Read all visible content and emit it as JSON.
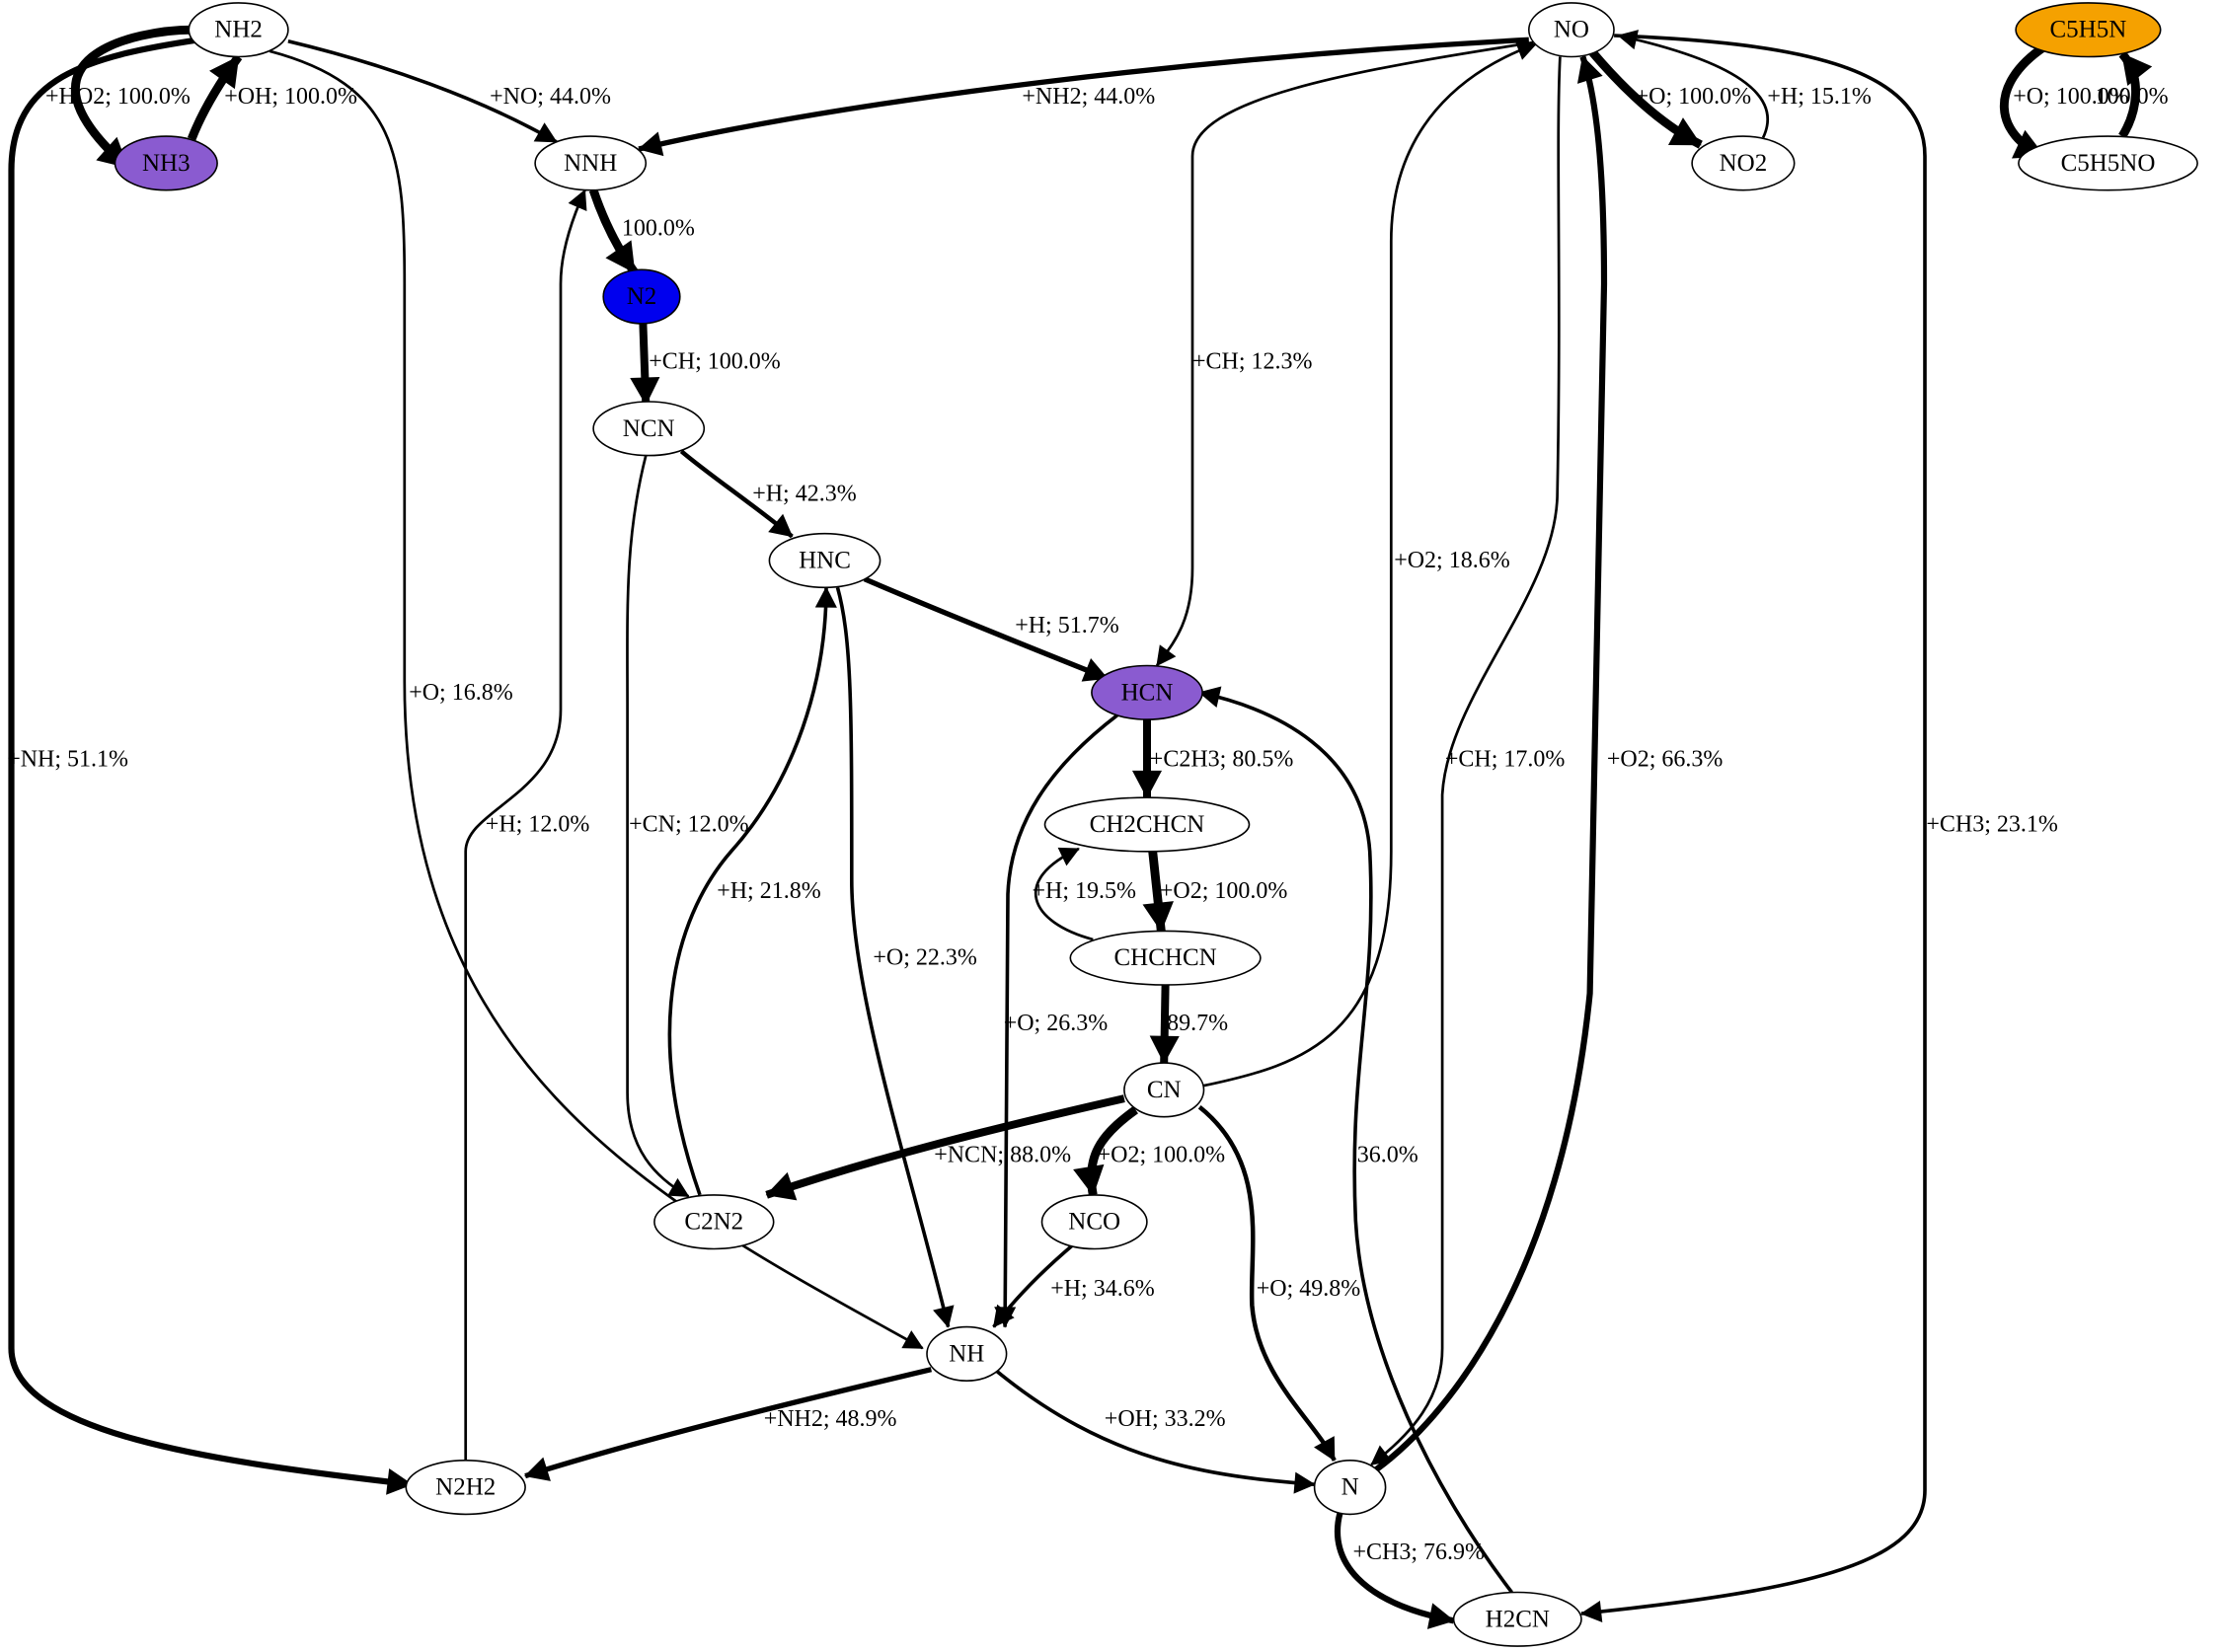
{
  "diagram": {
    "nodes": [
      {
        "id": "NH2",
        "label": "NH2",
        "fill": "#ffffff"
      },
      {
        "id": "NH3",
        "label": "NH3",
        "fill": "#8a5bd0"
      },
      {
        "id": "NNH",
        "label": "NNH",
        "fill": "#ffffff"
      },
      {
        "id": "N2",
        "label": "N2",
        "fill": "#0000ee"
      },
      {
        "id": "NCN",
        "label": "NCN",
        "fill": "#ffffff"
      },
      {
        "id": "HNC",
        "label": "HNC",
        "fill": "#ffffff"
      },
      {
        "id": "HCN",
        "label": "HCN",
        "fill": "#8a5bd0"
      },
      {
        "id": "CH2CHCN",
        "label": "CH2CHCN",
        "fill": "#ffffff"
      },
      {
        "id": "CHCHCN",
        "label": "CHCHCN",
        "fill": "#ffffff"
      },
      {
        "id": "CN",
        "label": "CN",
        "fill": "#ffffff"
      },
      {
        "id": "NCO",
        "label": "NCO",
        "fill": "#ffffff"
      },
      {
        "id": "C2N2",
        "label": "C2N2",
        "fill": "#ffffff"
      },
      {
        "id": "NH",
        "label": "NH",
        "fill": "#ffffff"
      },
      {
        "id": "N2H2",
        "label": "N2H2",
        "fill": "#ffffff"
      },
      {
        "id": "N",
        "label": "N",
        "fill": "#ffffff"
      },
      {
        "id": "H2CN",
        "label": "H2CN",
        "fill": "#ffffff"
      },
      {
        "id": "NO",
        "label": "NO",
        "fill": "#ffffff"
      },
      {
        "id": "NO2",
        "label": "NO2",
        "fill": "#ffffff"
      },
      {
        "id": "C5H5N",
        "label": "C5H5N",
        "fill": "#f5a100"
      },
      {
        "id": "C5H5NO",
        "label": "C5H5NO",
        "fill": "#ffffff"
      }
    ],
    "edges": [
      {
        "id": "nh2-nh3",
        "from": "NH2",
        "to": "NH3",
        "label": "+HO2; 100.0%"
      },
      {
        "id": "nh3-nh2",
        "from": "NH3",
        "to": "NH2",
        "label": "+OH; 100.0%"
      },
      {
        "id": "nh2-nnh",
        "from": "NH2",
        "to": "NNH",
        "label": "+NO; 44.0%"
      },
      {
        "id": "nh2-n2h2",
        "from": "NH2",
        "to": "N2H2",
        "label": "+NH; 51.1%"
      },
      {
        "id": "nh2-nh",
        "from": "NH2",
        "to": "NH",
        "label": "+O; 16.8%"
      },
      {
        "id": "no-nnh",
        "from": "NO",
        "to": "NNH",
        "label": "+NH2; 44.0%"
      },
      {
        "id": "nnh-n2",
        "from": "NNH",
        "to": "N2",
        "label": "100.0%"
      },
      {
        "id": "n2-ncn",
        "from": "N2",
        "to": "NCN",
        "label": "+CH; 100.0%"
      },
      {
        "id": "ncn-hnc",
        "from": "NCN",
        "to": "HNC",
        "label": "+H; 42.3%"
      },
      {
        "id": "ncn-c2n2",
        "from": "NCN",
        "to": "C2N2",
        "label": "+CN; 12.0%"
      },
      {
        "id": "n2h2-nnh",
        "from": "N2H2",
        "to": "NNH",
        "label": "+H; 12.0%"
      },
      {
        "id": "hnc-hcn",
        "from": "HNC",
        "to": "HCN",
        "label": "+H; 51.7%"
      },
      {
        "id": "c2n2-hnc",
        "from": "C2N2",
        "to": "HNC",
        "label": "+H; 21.8%"
      },
      {
        "id": "hnc-nh",
        "from": "HNC",
        "to": "NH",
        "label": "+O; 22.3%"
      },
      {
        "id": "no-hcn",
        "from": "NO",
        "to": "HCN",
        "label": "+CH; 12.3%"
      },
      {
        "id": "hcn-ch2chcn",
        "from": "HCN",
        "to": "CH2CHCN",
        "label": "+C2H3; 80.5%"
      },
      {
        "id": "hcn-nh",
        "from": "HCN",
        "to": "NH",
        "label": "+O; 26.3%"
      },
      {
        "id": "chchcn-ch2chcn",
        "from": "CHCHCN",
        "to": "CH2CHCN",
        "label": "+H; 19.5%"
      },
      {
        "id": "ch2chcn-chchcn",
        "from": "CH2CHCN",
        "to": "CHCHCN",
        "label": "+O2; 100.0%"
      },
      {
        "id": "chchcn-cn",
        "from": "CHCHCN",
        "to": "CN",
        "label": "89.7%"
      },
      {
        "id": "cn-no",
        "from": "CN",
        "to": "NO",
        "label": "+O2; 18.6%"
      },
      {
        "id": "cn-c2n2",
        "from": "CN",
        "to": "C2N2",
        "label": "+NCN; 88.0%"
      },
      {
        "id": "cn-nco",
        "from": "CN",
        "to": "NCO",
        "label": "+O2; 100.0%"
      },
      {
        "id": "cn-n",
        "from": "CN",
        "to": "N",
        "label": "+O; 49.8%"
      },
      {
        "id": "nco-nh",
        "from": "NCO",
        "to": "NH",
        "label": "+H; 34.6%"
      },
      {
        "id": "nh-n2h2",
        "from": "NH",
        "to": "N2H2",
        "label": "+NH2; 48.9%"
      },
      {
        "id": "nh-n",
        "from": "NH",
        "to": "N",
        "label": "+OH; 33.2%"
      },
      {
        "id": "no-n",
        "from": "NO",
        "to": "N",
        "label": "+CH; 17.0%"
      },
      {
        "id": "n-no",
        "from": "N",
        "to": "NO",
        "label": "+O2; 66.3%"
      },
      {
        "id": "n-h2cn",
        "from": "N",
        "to": "H2CN",
        "label": "+CH3; 76.9%"
      },
      {
        "id": "h2cn-hcn",
        "from": "H2CN",
        "to": "HCN",
        "label": "36.0%"
      },
      {
        "id": "no-h2cn",
        "from": "NO",
        "to": "H2CN",
        "label": "+CH3; 23.1%"
      },
      {
        "id": "no-no2",
        "from": "NO",
        "to": "NO2",
        "label": "+O; 100.0%"
      },
      {
        "id": "no2-no",
        "from": "NO2",
        "to": "NO",
        "label": "+H; 15.1%"
      },
      {
        "id": "c5h5n-c5h5no",
        "from": "C5H5N",
        "to": "C5H5NO",
        "label": "+O; 100.0%"
      },
      {
        "id": "c5h5no-c5h5n",
        "from": "C5H5NO",
        "to": "C5H5N",
        "label": "100.0%"
      }
    ]
  }
}
